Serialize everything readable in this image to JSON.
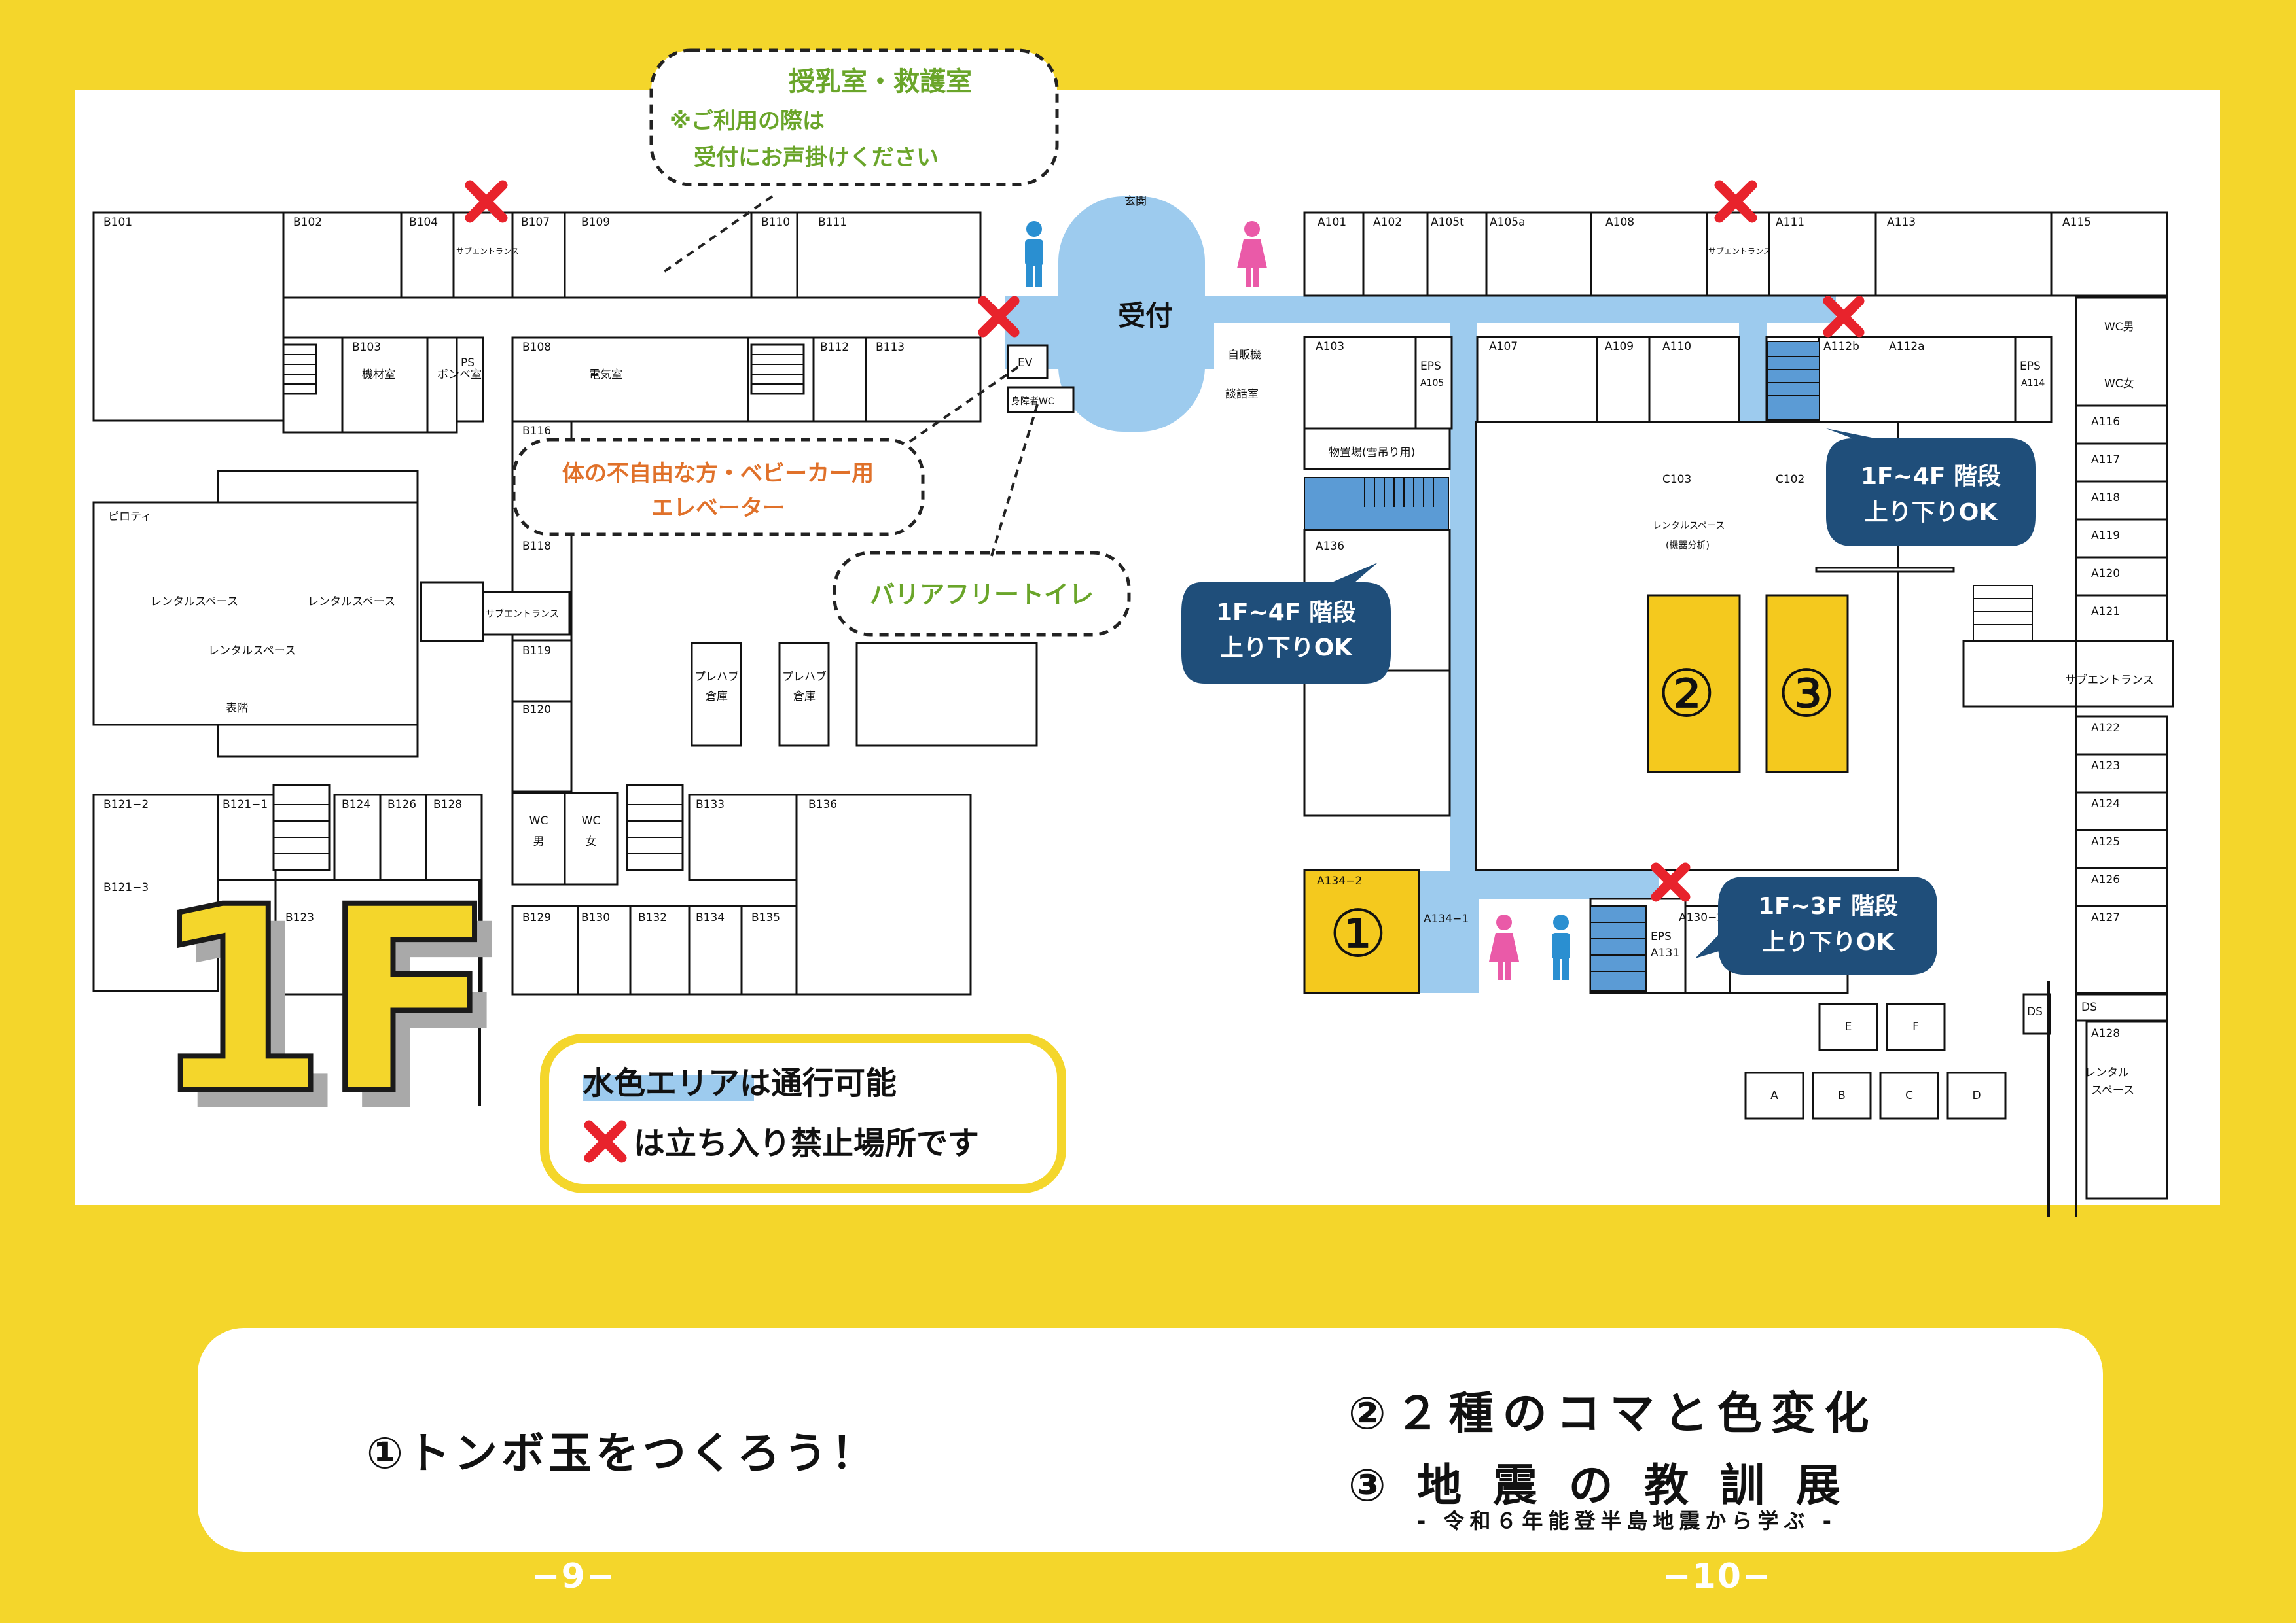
{
  "map": {
    "floor_label": "1F",
    "callouts": {
      "nursing_title": "授乳室・救護室",
      "nursing_note1": "※ご利用の際は",
      "nursing_note2": "受付にお声掛けください",
      "elevator1": "体の不自由な方・ベビーカー用",
      "elevator2": "エレベーター",
      "toilet": "バリアフリートイレ"
    },
    "stair_bubbles": [
      {
        "line1": "1F~4F 階段",
        "line2": "上り下りOK"
      },
      {
        "line1": "1F~4F 階段",
        "line2": "上り下りOK"
      },
      {
        "line1": "1F~3F 階段",
        "line2": "上り下りOK"
      }
    ],
    "legend": {
      "line1": "水色エリアは通行可能",
      "line2": "は立ち入り禁止場所です"
    },
    "reception": "受付",
    "entrance": "玄関",
    "spot_numbers": [
      "①",
      "②",
      "③"
    ],
    "rooms": [
      "B101",
      "B102",
      "B104",
      "サブエントランス",
      "B107",
      "B109",
      "B110",
      "B111",
      "B103",
      "機材室",
      "ボンベ室",
      "PS",
      "B108",
      "電気室",
      "B112",
      "B113",
      "EV",
      "身障者WC",
      "B116",
      "B118",
      "サブエントランス",
      "B119",
      "B120",
      "WC",
      "男",
      "WC",
      "女",
      "B133",
      "B136",
      "ピロティ",
      "レンタルスペース",
      "レンタルスペース",
      "レンタルスペース",
      "表階",
      "プレハブ",
      "倉庫",
      "プレハブ",
      "倉庫",
      "B121−2",
      "B121−1",
      "B124",
      "B126",
      "B128",
      "B121−3",
      "B123",
      "B129",
      "B130",
      "B132",
      "B134",
      "B135",
      "自販機",
      "談話室",
      "A101",
      "A102",
      "A105t",
      "A105a",
      "A108",
      "サブエントランス",
      "A111",
      "A113",
      "A115",
      "A103",
      "EPS",
      "A105",
      "A107",
      "A109",
      "A110",
      "A112b",
      "A112a",
      "EPS",
      "A114",
      "WC男",
      "WC女",
      "A116",
      "A117",
      "A118",
      "A119",
      "A120",
      "A121",
      "サブエントランス",
      "A122",
      "A123",
      "A124",
      "A125",
      "A126",
      "A127",
      "DS",
      "DS",
      "A128",
      "レンタル",
      "スペース",
      "物置場(雪吊り用)",
      "A136",
      "C103",
      "C102",
      "レンタルスペース",
      "(機器分析)",
      "A134−2",
      "A134−1",
      "EPS",
      "A131",
      "A130−2",
      "E",
      "F",
      "A",
      "B",
      "C",
      "D"
    ]
  },
  "pages": {
    "left": {
      "item1": "①トンボ玉をつくろう！",
      "page_number": "−9−"
    },
    "right": {
      "item2": "②２種のコマと色変化",
      "item3": "③ 地 震 の 教 訓 展",
      "subtitle": "- 令和６年能登半島地震から学ぶ -",
      "page_number": "−10−"
    }
  },
  "colors": {
    "background": "#f4d62b",
    "passable": "#9dcbee",
    "forbidden": "#e8232c",
    "callout_green": "#6aa52a",
    "callout_orange": "#e0712a",
    "bubble": "#1f4e7a"
  }
}
